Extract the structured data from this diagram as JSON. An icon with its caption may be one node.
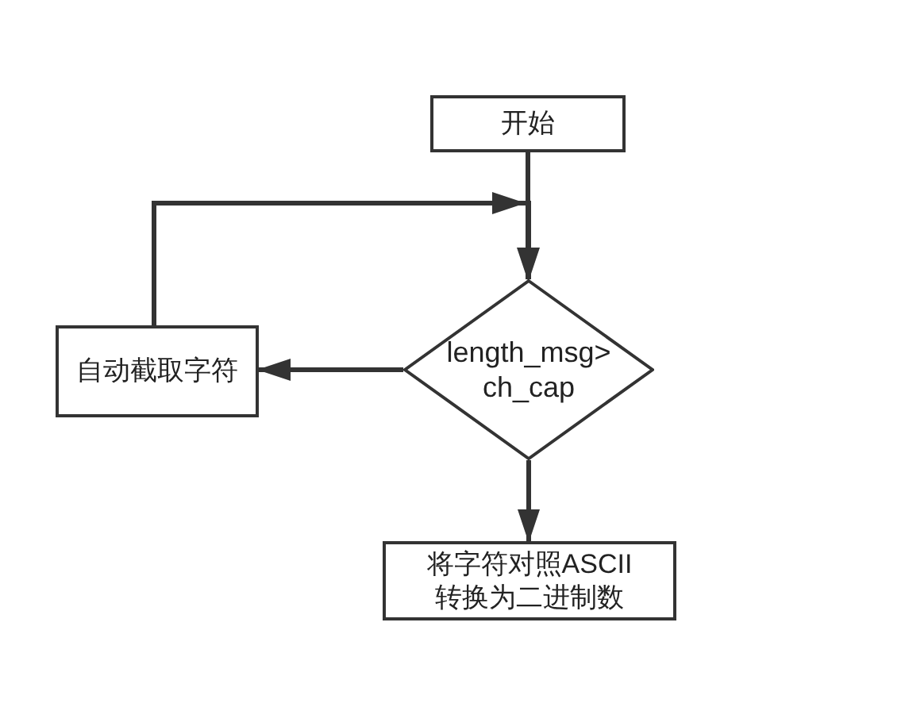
{
  "diagram": {
    "nodes": [
      {
        "text": [
          "开始"
        ]
      },
      {
        "text": [
          "length_msg> ch_cap"
        ]
      },
      {
        "text": [
          "自动截取字符"
        ]
      },
      {
        "text": [
          "将字符对照ASCII 转换为二进制数"
        ]
      }
    ],
    "edges": [
      {
        "from": 0,
        "to": 1,
        "arrow": "to"
      },
      {
        "from": 1,
        "to": 2,
        "arrow": "to"
      },
      {
        "from": 2,
        "to": 1,
        "arrow": "to"
      },
      {
        "from": 1,
        "to": 3,
        "arrow": "to"
      }
    ]
  }
}
